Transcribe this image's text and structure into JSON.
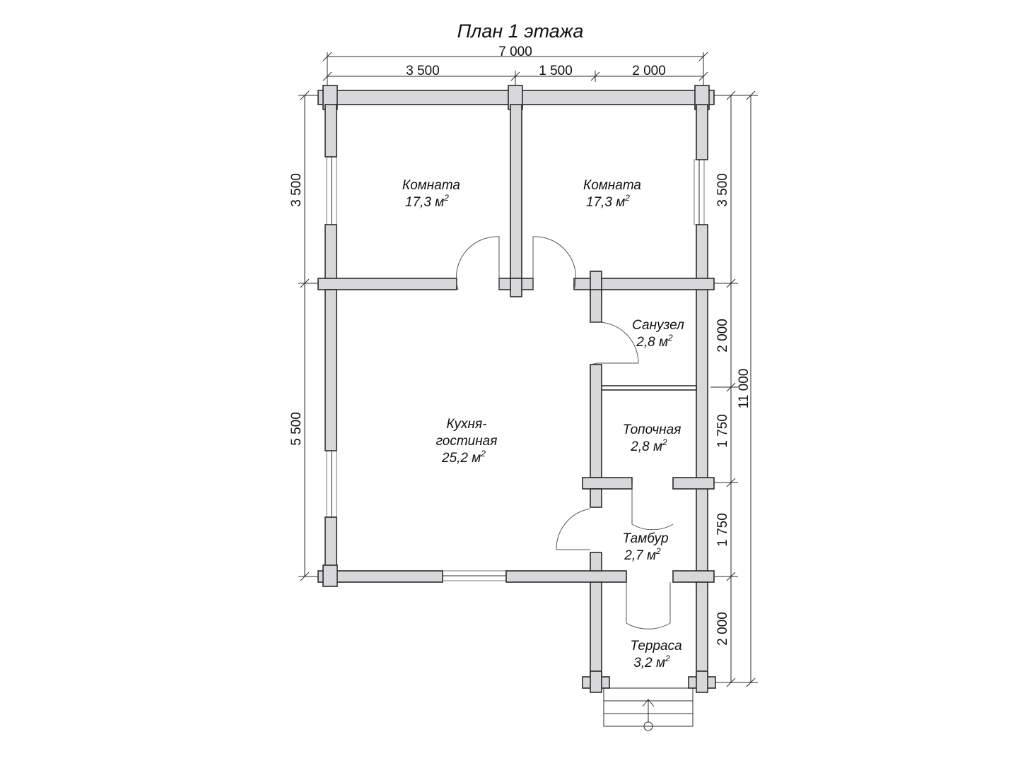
{
  "title": "План 1 этажа",
  "superscript": "2",
  "rooms": [
    {
      "name": "Комната",
      "area": "17,3 м"
    },
    {
      "name": "Комната",
      "area": "17,3 м"
    },
    {
      "name": "Санузел",
      "area": "2,8 м"
    },
    {
      "name": "Топочная",
      "area": "2,8 м"
    },
    {
      "name": "Кухня-",
      "name2": "гостиная",
      "area": "25,2 м"
    },
    {
      "name": "Тамбур",
      "area": "2,7 м"
    },
    {
      "name": "Терраса",
      "area": "3,2 м"
    }
  ],
  "dimensions": {
    "top_total": "7 000",
    "top": [
      "3 500",
      "1 500",
      "2 000"
    ],
    "left": [
      "3 500",
      "5 500"
    ],
    "right": [
      "3 500",
      "2 000",
      "1 750",
      "1 750",
      "2 000"
    ],
    "right_total": "11 000"
  }
}
